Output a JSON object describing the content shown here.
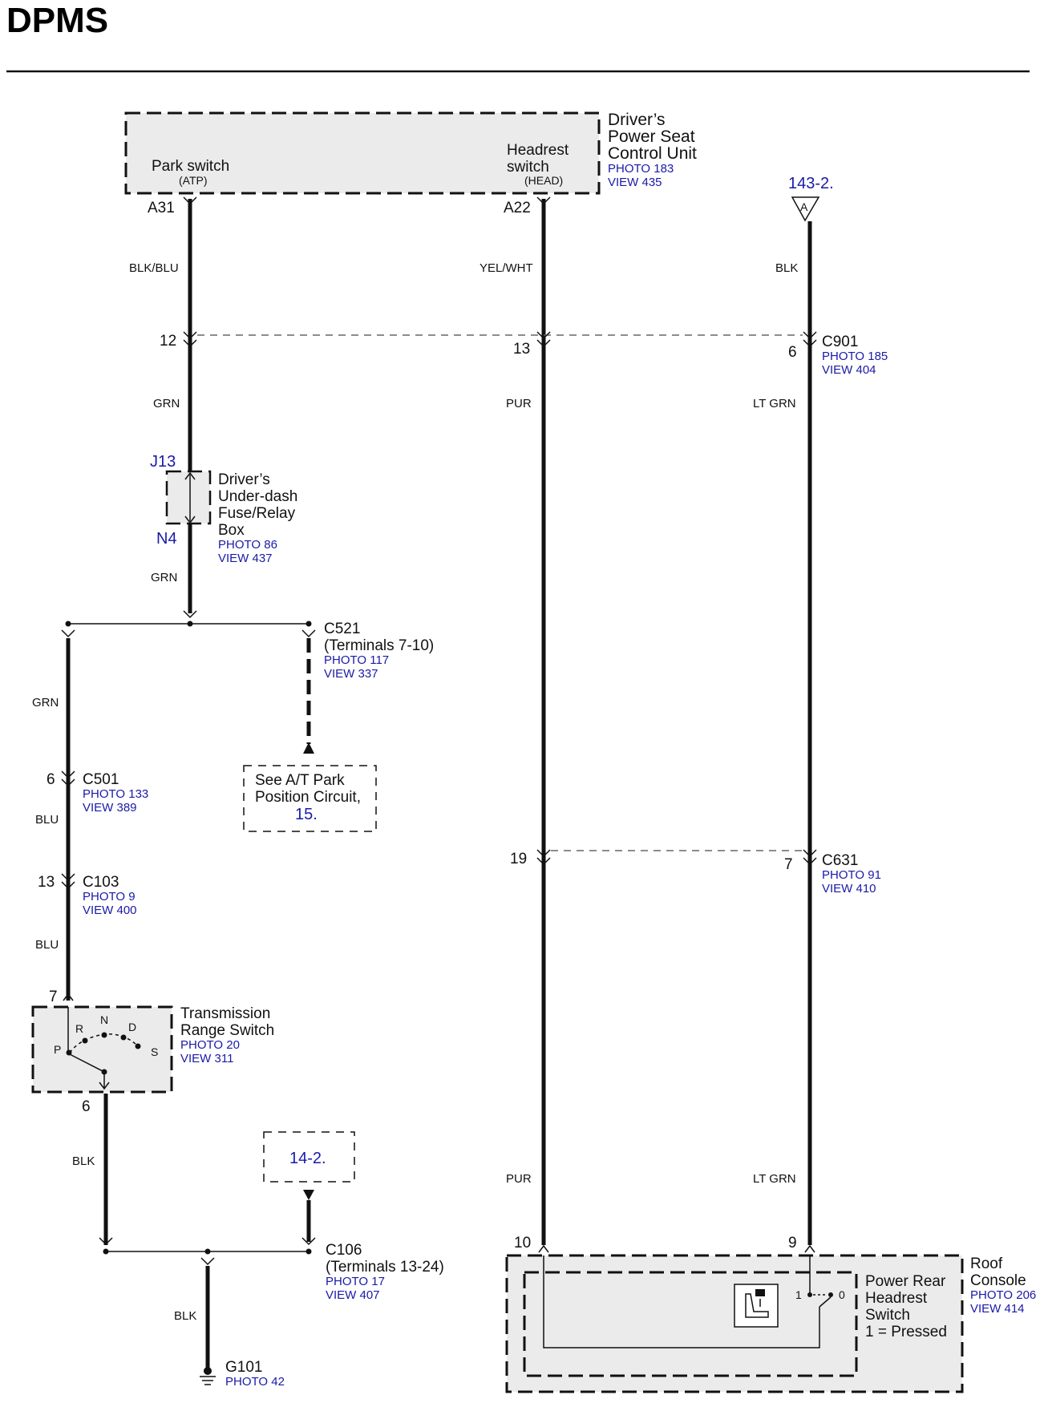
{
  "title": "DPMS",
  "seat_unit": {
    "name_lines": [
      "Driver’s",
      "Power Seat",
      "Control Unit"
    ],
    "photo": "PHOTO 183",
    "view": "VIEW 435",
    "park_switch": "Park switch",
    "park_switch_sub": "(ATP)",
    "headrest_lines": [
      "Headrest",
      "switch"
    ],
    "headrest_sub": "(HEAD)"
  },
  "pins": {
    "a31": "A31",
    "a22": "A22",
    "c901_12": "12",
    "c901_13": "13",
    "c901_6": "6",
    "j13": "J13",
    "n4": "N4",
    "c501_6": "6",
    "c103_13": "13",
    "trs_7": "7",
    "trs_6": "6",
    "c631_19": "19",
    "c631_7": "7",
    "rc_10": "10",
    "rc_9": "9"
  },
  "offpage_ref": {
    "text": "143-2.",
    "letter": "A"
  },
  "wires": {
    "blk_blu": "BLK/BLU",
    "yel_wht": "YEL/WHT",
    "blk_top": "BLK",
    "grn1": "GRN",
    "pur1": "PUR",
    "ltgrn1": "LT GRN",
    "grn2": "GRN",
    "grn3": "GRN",
    "blu1": "BLU",
    "blu2": "BLU",
    "blk2": "BLK",
    "pur2": "PUR",
    "ltgrn2": "LT GRN",
    "blk3": "BLK"
  },
  "c901": {
    "name": "C901",
    "photo": "PHOTO 185",
    "view": "VIEW 404"
  },
  "fuse_box": {
    "lines": [
      "Driver’s",
      "Under-dash",
      "Fuse/Relay",
      "Box"
    ],
    "photo": "PHOTO 86",
    "view": "VIEW 437"
  },
  "c521": {
    "name": "C521",
    "terminals": "(Terminals 7-10)",
    "photo": "PHOTO 117",
    "view": "VIEW 337"
  },
  "at_park": {
    "line1": "See A/T Park",
    "line2": "Position Circuit,",
    "ref": "15."
  },
  "c501": {
    "name": "C501",
    "photo": "PHOTO 133",
    "view": "VIEW 389"
  },
  "c103": {
    "name": "C103",
    "photo": "PHOTO 9",
    "view": "VIEW 400"
  },
  "c631": {
    "name": "C631",
    "photo": "PHOTO 91",
    "view": "VIEW 410"
  },
  "trs": {
    "lines": [
      "Transmission",
      "Range Switch"
    ],
    "photo": "PHOTO 20",
    "view": "VIEW 311",
    "pos_r": "R",
    "pos_n": "N",
    "pos_d": "D",
    "pos_p": "P",
    "pos_s": "S"
  },
  "ref_14": {
    "text": "14-2."
  },
  "c106": {
    "name": "C106",
    "terminals": "(Terminals 13-24)",
    "photo": "PHOTO 17",
    "view": "VIEW 407"
  },
  "g101": {
    "name": "G101",
    "photo": "PHOTO 42"
  },
  "roof_console": {
    "lines": [
      "Roof",
      "Console"
    ],
    "photo": "PHOTO 206",
    "view": "VIEW 414"
  },
  "headrest_switch": {
    "lines": [
      "Power Rear",
      "Headrest",
      "Switch",
      "1 = Pressed"
    ],
    "pos1": "1",
    "pos0": "0"
  },
  "colors": {
    "link_blue": "#1a1aa8",
    "wire": "#111111",
    "box_fill": "#ebebeb"
  }
}
